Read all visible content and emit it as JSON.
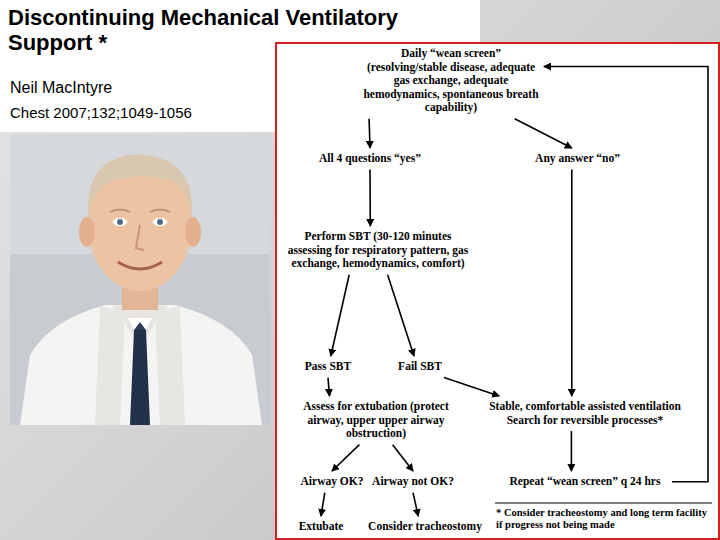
{
  "diagram": {
    "title": "Discontinuing Mechanical Ventilatory Support *",
    "nodes": [
      {
        "text": [
          "Daily “wean screen” (resolving/stable disease, adequate gas exchange, adequate hemodynamics, spontaneous breath capability)"
        ]
      },
      {
        "text": [
          "All 4 questions “yes”"
        ]
      },
      {
        "text": [
          "Any answer “no”"
        ]
      },
      {
        "text": [
          "Perform SBT (30-120 minutes assessing for respiratory pattern, gas exchange, hemodynamics, comfort)"
        ]
      },
      {
        "text": [
          "Pass SBT"
        ]
      },
      {
        "text": [
          "Fail SBT"
        ]
      },
      {
        "text": [
          "Assess for extubation (protect airway, upper upper airway obstruction)"
        ]
      },
      {
        "text": [
          "Stable, comfortable assisted ventilation Search for reversible processes*"
        ]
      },
      {
        "text": [
          "Airway OK?"
        ]
      },
      {
        "text": [
          "Airway not OK?"
        ]
      },
      {
        "text": [
          "Repeat “wean screen” q 24 hrs"
        ]
      },
      {
        "text": [
          "Extubate"
        ]
      },
      {
        "text": [
          "Consider tracheostomy"
        ]
      }
    ],
    "edges": [
      {
        "from": 0,
        "to": 1,
        "arrow": "to"
      },
      {
        "from": 0,
        "to": 2,
        "arrow": "to"
      },
      {
        "from": 1,
        "to": 3,
        "arrow": "to"
      },
      {
        "from": 3,
        "to": 4,
        "arrow": "to"
      },
      {
        "from": 3,
        "to": 5,
        "arrow": "to"
      },
      {
        "from": 4,
        "to": 6,
        "arrow": "to"
      },
      {
        "from": 5,
        "to": 7,
        "arrow": "to"
      },
      {
        "from": 2,
        "to": 7,
        "arrow": "to"
      },
      {
        "from": 6,
        "to": 8,
        "arrow": "to"
      },
      {
        "from": 6,
        "to": 9,
        "arrow": "to"
      },
      {
        "from": 8,
        "to": 11,
        "arrow": "to"
      },
      {
        "from": 9,
        "to": 12,
        "arrow": "to"
      },
      {
        "from": 7,
        "to": 10,
        "arrow": "to"
      },
      {
        "from": 10,
        "to": 0,
        "arrow": "to"
      }
    ],
    "labels": [
      "Neil MacIntyre",
      "Chest 2007;132;1049-1056",
      "* Consider tracheostomy and long term facility if progress not being made"
    ]
  }
}
